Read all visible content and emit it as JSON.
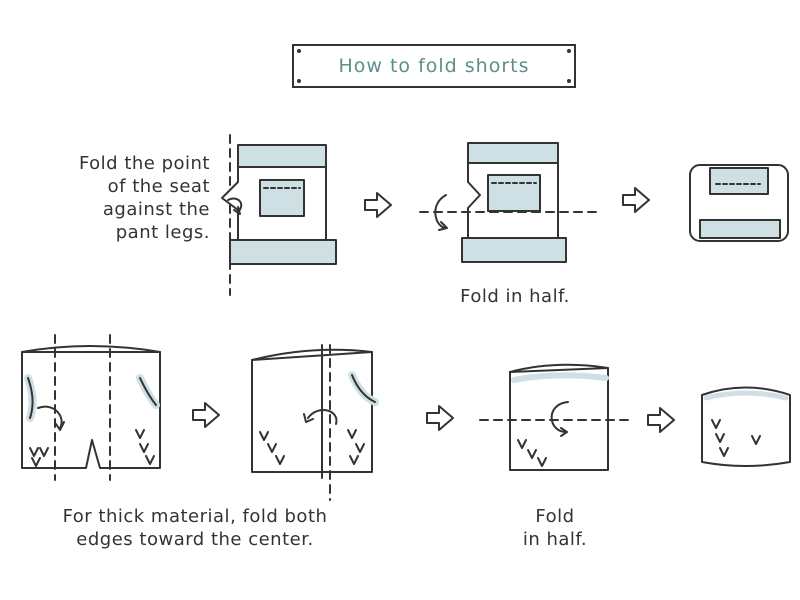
{
  "title": "How to fold shorts",
  "captions": {
    "step1": "Fold the point\nof the seat\nagainst the\npant legs.",
    "step2": "Fold  in half.",
    "step3": "For thick material, fold both\nedges toward the center.",
    "step4": "Fold\nin half."
  },
  "colors": {
    "fabric": "#cfe0e4",
    "line": "#333333",
    "title": "#5c8f8a"
  },
  "icons": [
    "arrow-right-icon",
    "fold-arrow-icon",
    "shorts-icon"
  ]
}
